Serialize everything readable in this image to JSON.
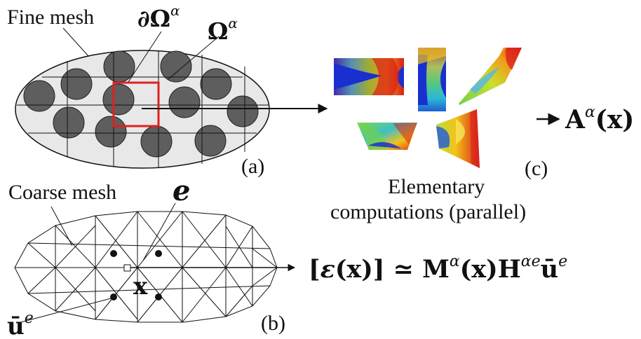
{
  "labels": {
    "fine_mesh": "Fine mesh",
    "coarse_mesh": "Coarse mesh",
    "boundary_omega": "∂Ω",
    "boundary_omega_sup": "α",
    "omega": "Ω",
    "omega_sup": "α",
    "panel_a": "(a)",
    "panel_b": "(b)",
    "panel_c": "(c)",
    "elementary_line1": "Elementary",
    "elementary_line2": "computations (parallel)",
    "element_e": "e",
    "point_x": "x",
    "u_bar": "ū",
    "u_bar_sup": "e"
  },
  "result_A": {
    "A": "A",
    "A_sup": "α",
    "arg": "(x)"
  },
  "equation": {
    "open": "[",
    "eps": "ε",
    "eps_arg": "(x)] ≃ ",
    "M": "M",
    "M_sup": "α",
    "M_arg": "(x)",
    "H": "H",
    "H_sup": "αe",
    "u": "ū",
    "u_sup": "e"
  },
  "colors": {
    "ellipse_fill": "#e8e8e8",
    "inclusion_fill": "#5e5e5e",
    "highlight": "#e02020",
    "line": "#111111"
  }
}
